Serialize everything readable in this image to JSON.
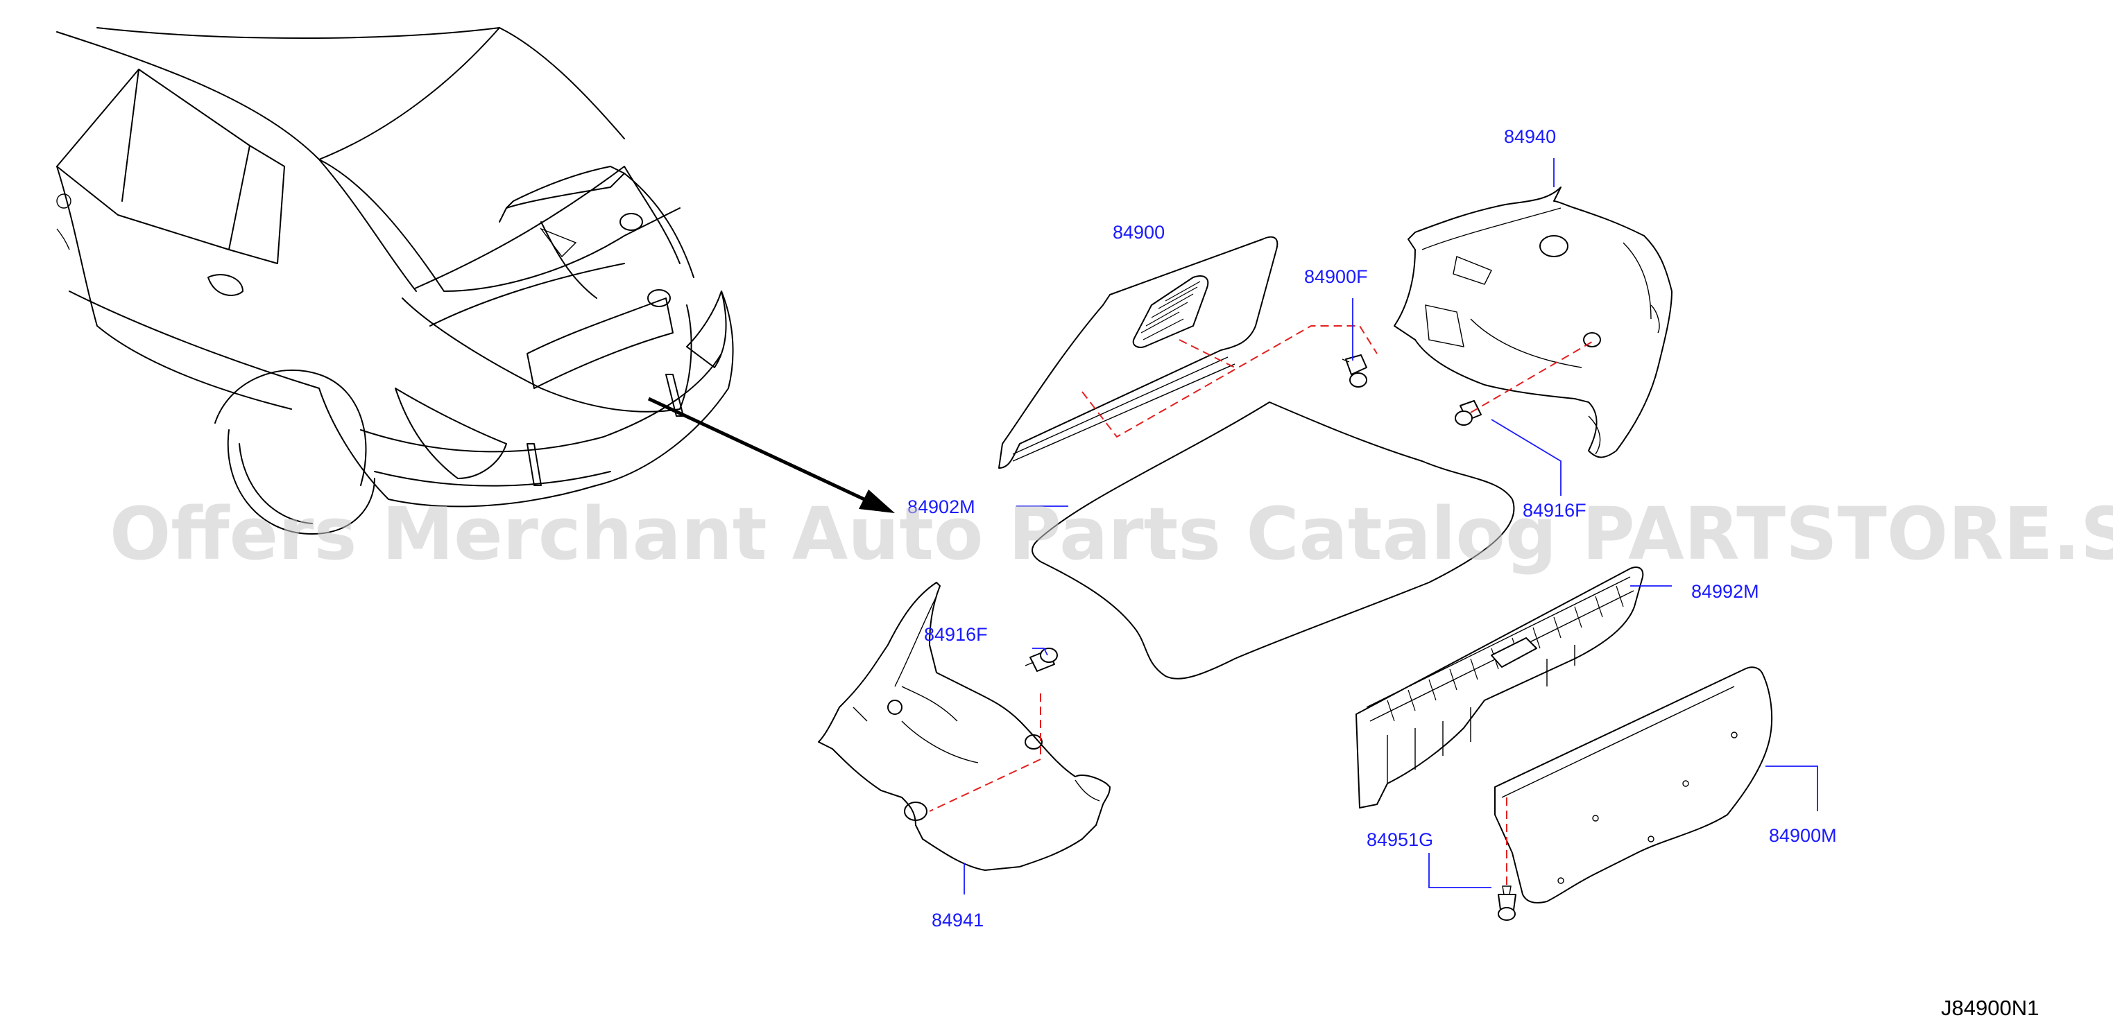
{
  "diagram": {
    "code": "J84900N1",
    "watermark": "Offers Merchant Auto Parts Catalog PARTSTORE.SA",
    "parts": [
      {
        "id": "84940",
        "label": "84940"
      },
      {
        "id": "84900",
        "label": "84900"
      },
      {
        "id": "84900F",
        "label": "84900F"
      },
      {
        "id": "84902M",
        "label": "84902M"
      },
      {
        "id": "84916F-right",
        "label": "84916F"
      },
      {
        "id": "84916F-left",
        "label": "84916F"
      },
      {
        "id": "84992M",
        "label": "84992M"
      },
      {
        "id": "84941",
        "label": "84941"
      },
      {
        "id": "84951G",
        "label": "84951G"
      },
      {
        "id": "84900M",
        "label": "84900M"
      }
    ]
  }
}
